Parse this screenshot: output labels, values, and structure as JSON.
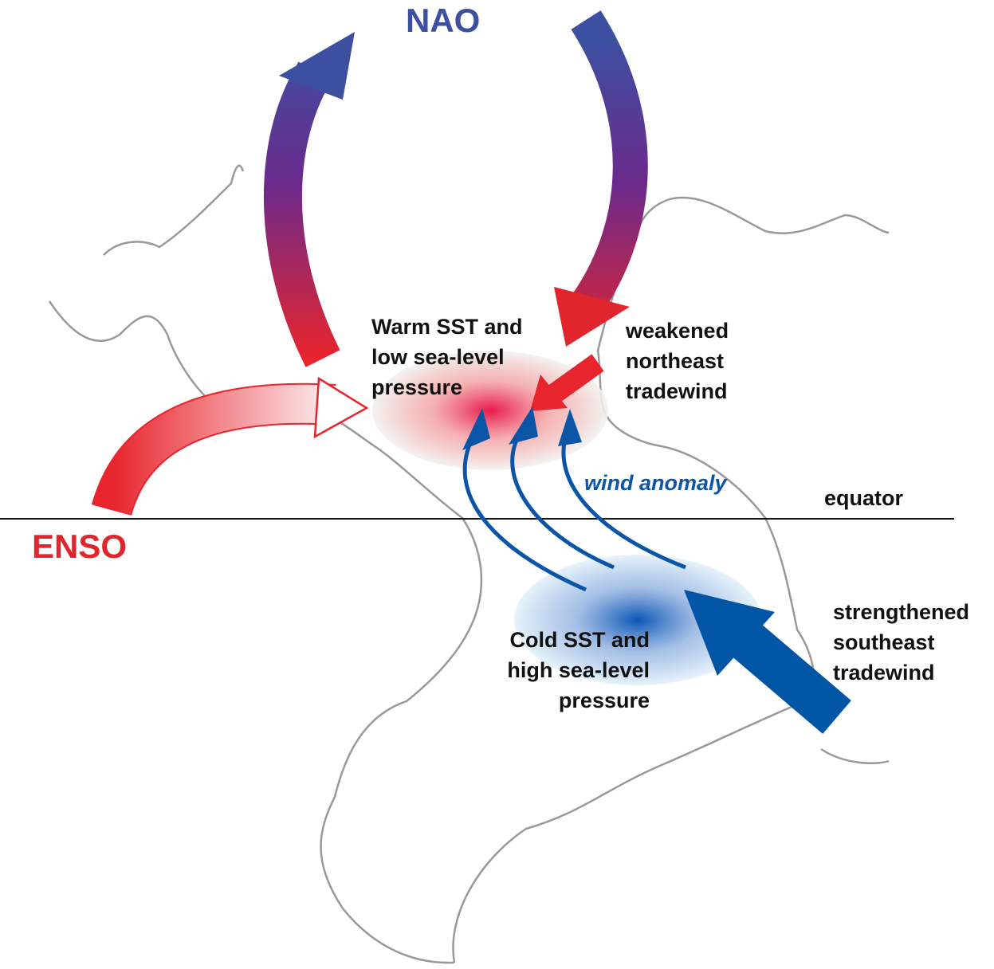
{
  "title_nao": "NAO",
  "title_enso": "ENSO",
  "labels": {
    "warm": "Warm SST and\nlow sea-level\npressure",
    "weakened": "weakened\nnortheast\ntradewind",
    "wind_anomaly": "wind anomaly",
    "equator": "equator",
    "cold": "Cold SST and\nhigh sea-level\npressure",
    "strengthened": "strengthened\nsoutheast\ntradewind"
  },
  "colors": {
    "nao_blue": "#3d4fa0",
    "enso_red": "#e0262c",
    "wind_blue": "#0a55a5",
    "coast_grey": "#999999"
  }
}
